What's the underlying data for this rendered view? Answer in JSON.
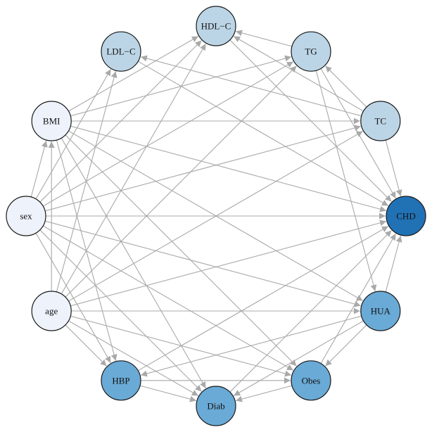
{
  "colors": {
    "edge": "#a9a9a9",
    "outline": "#1a1a1a",
    "label": "#111111",
    "level_light": "#eef2fb",
    "level_mid": "#bcd5e6",
    "level_medium": "#6aaad6",
    "level_dark": "#2171b5"
  },
  "nodes": [
    {
      "id": "HDL-C",
      "label": "HDL−C",
      "color": "#bcd5e6"
    },
    {
      "id": "TG",
      "label": "TG",
      "color": "#bcd5e6"
    },
    {
      "id": "TC",
      "label": "TC",
      "color": "#bcd5e6"
    },
    {
      "id": "CHD",
      "label": "CHD",
      "color": "#2171b5"
    },
    {
      "id": "HUA",
      "label": "HUA",
      "color": "#6aaad6"
    },
    {
      "id": "Obes",
      "label": "Obes",
      "color": "#6aaad6"
    },
    {
      "id": "Diab",
      "label": "Diab",
      "color": "#6aaad6"
    },
    {
      "id": "HBP",
      "label": "HBP",
      "color": "#6aaad6"
    },
    {
      "id": "age",
      "label": "age",
      "color": "#eef2fb"
    },
    {
      "id": "sex",
      "label": "sex",
      "color": "#eef2fb"
    },
    {
      "id": "BMI",
      "label": "BMI",
      "color": "#eef2fb"
    },
    {
      "id": "LDL-C",
      "label": "LDL−C",
      "color": "#bcd5e6"
    }
  ],
  "edges": [
    [
      "BMI",
      "HDL-C"
    ],
    [
      "BMI",
      "TG"
    ],
    [
      "BMI",
      "TC"
    ],
    [
      "BMI",
      "CHD"
    ],
    [
      "BMI",
      "HUA"
    ],
    [
      "BMI",
      "Obes"
    ],
    [
      "BMI",
      "Diab"
    ],
    [
      "BMI",
      "HBP"
    ],
    [
      "sex",
      "BMI"
    ],
    [
      "sex",
      "LDL-C"
    ],
    [
      "sex",
      "HDL-C"
    ],
    [
      "sex",
      "TG"
    ],
    [
      "sex",
      "TC"
    ],
    [
      "sex",
      "CHD"
    ],
    [
      "sex",
      "HUA"
    ],
    [
      "sex",
      "Obes"
    ],
    [
      "sex",
      "Diab"
    ],
    [
      "sex",
      "HBP"
    ],
    [
      "age",
      "BMI"
    ],
    [
      "age",
      "LDL-C"
    ],
    [
      "age",
      "HDL-C"
    ],
    [
      "age",
      "TG"
    ],
    [
      "age",
      "TC"
    ],
    [
      "age",
      "CHD"
    ],
    [
      "age",
      "HUA"
    ],
    [
      "age",
      "Obes"
    ],
    [
      "age",
      "Diab"
    ],
    [
      "age",
      "HBP"
    ],
    [
      "LDL-C",
      "CHD"
    ],
    [
      "HDL-C",
      "CHD"
    ],
    [
      "TG",
      "CHD"
    ],
    [
      "TG",
      "HUA"
    ],
    [
      "TC",
      "CHD"
    ],
    [
      "TG",
      "HDL-C"
    ],
    [
      "TC",
      "HDL-C"
    ],
    [
      "TC",
      "LDL-C"
    ],
    [
      "TC",
      "TG"
    ],
    [
      "HBP",
      "CHD"
    ],
    [
      "Diab",
      "CHD"
    ],
    [
      "Obes",
      "CHD"
    ],
    [
      "HUA",
      "CHD"
    ],
    [
      "HUA",
      "HBP"
    ],
    [
      "HUA",
      "Diab"
    ],
    [
      "HUA",
      "Obes"
    ],
    [
      "Obes",
      "Diab"
    ],
    [
      "HBP",
      "Diab"
    ],
    [
      "HBP",
      "Obes"
    ]
  ]
}
